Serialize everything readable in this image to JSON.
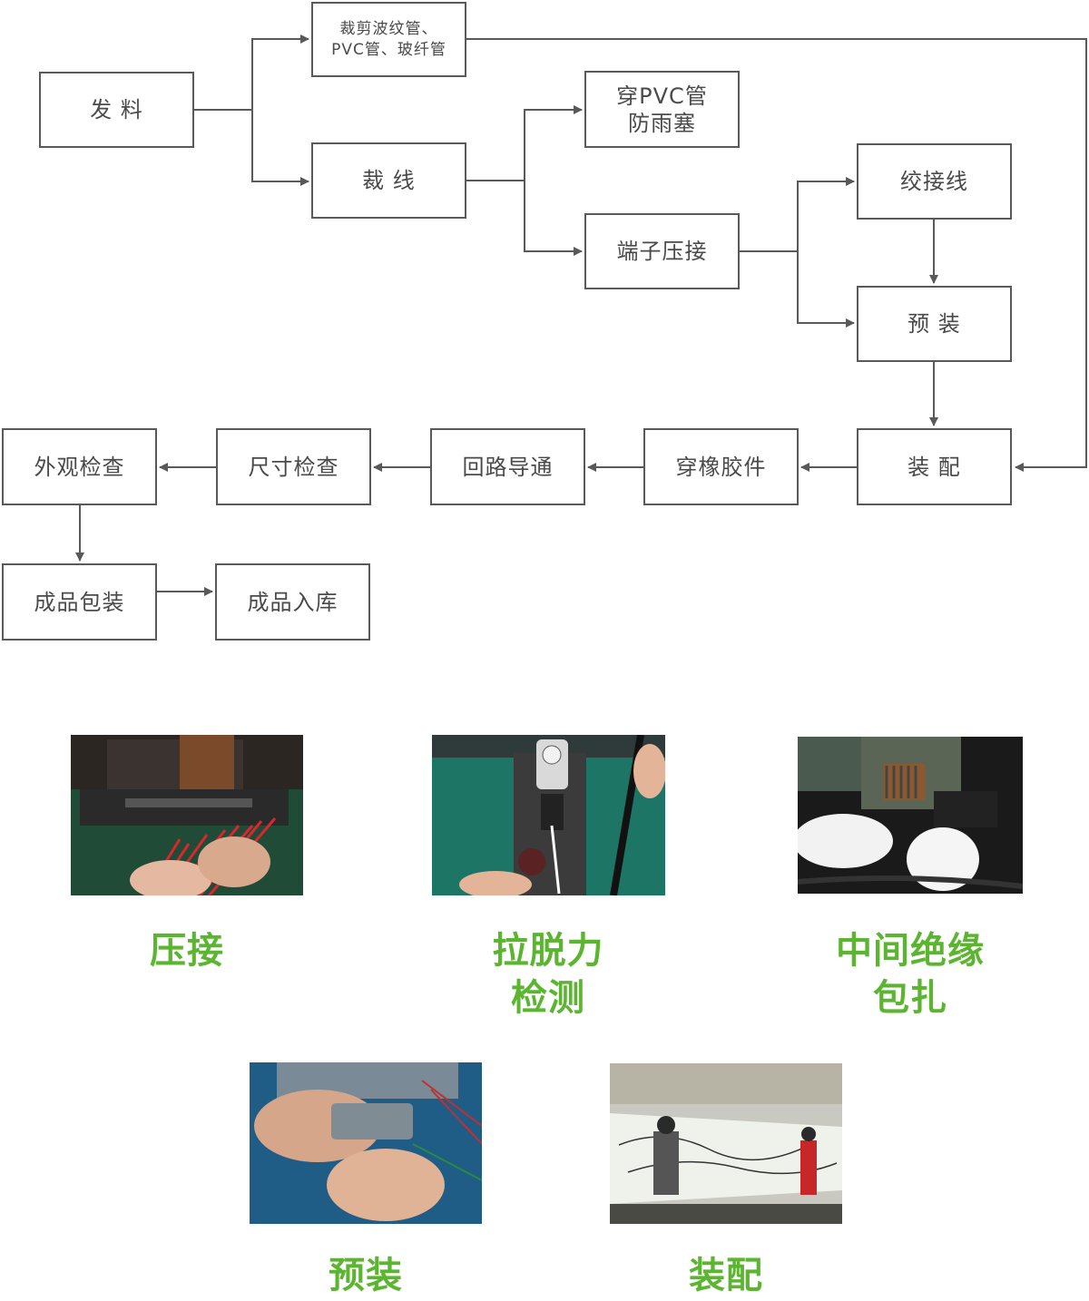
{
  "flowchart": {
    "nodes": {
      "issue_material": "发  料",
      "cut_conduit": "裁剪波纹管、\nPVC管、玻纤管",
      "cut_wire": "裁  线",
      "thread_pvc": "穿PVC管\n防雨塞",
      "crimp_terminal": "端子压接",
      "splice_wire": "绞接线",
      "pre_assembly": "预  装",
      "assembly": "装  配",
      "thread_rubber": "穿橡胶件",
      "circuit_test": "回路导通",
      "dimension_check": "尺寸检查",
      "visual_check": "外观检查",
      "packaging": "成品包装",
      "warehousing": "成品入库"
    },
    "line_color": "#595959"
  },
  "photos": {
    "captions": {
      "crimping": "压接",
      "pull_test": "拉脱力\n检测",
      "insulation": "中间绝缘\n包扎",
      "pre_assembly": "预装",
      "assembly": "装配"
    },
    "caption_color": "#5cb531"
  }
}
